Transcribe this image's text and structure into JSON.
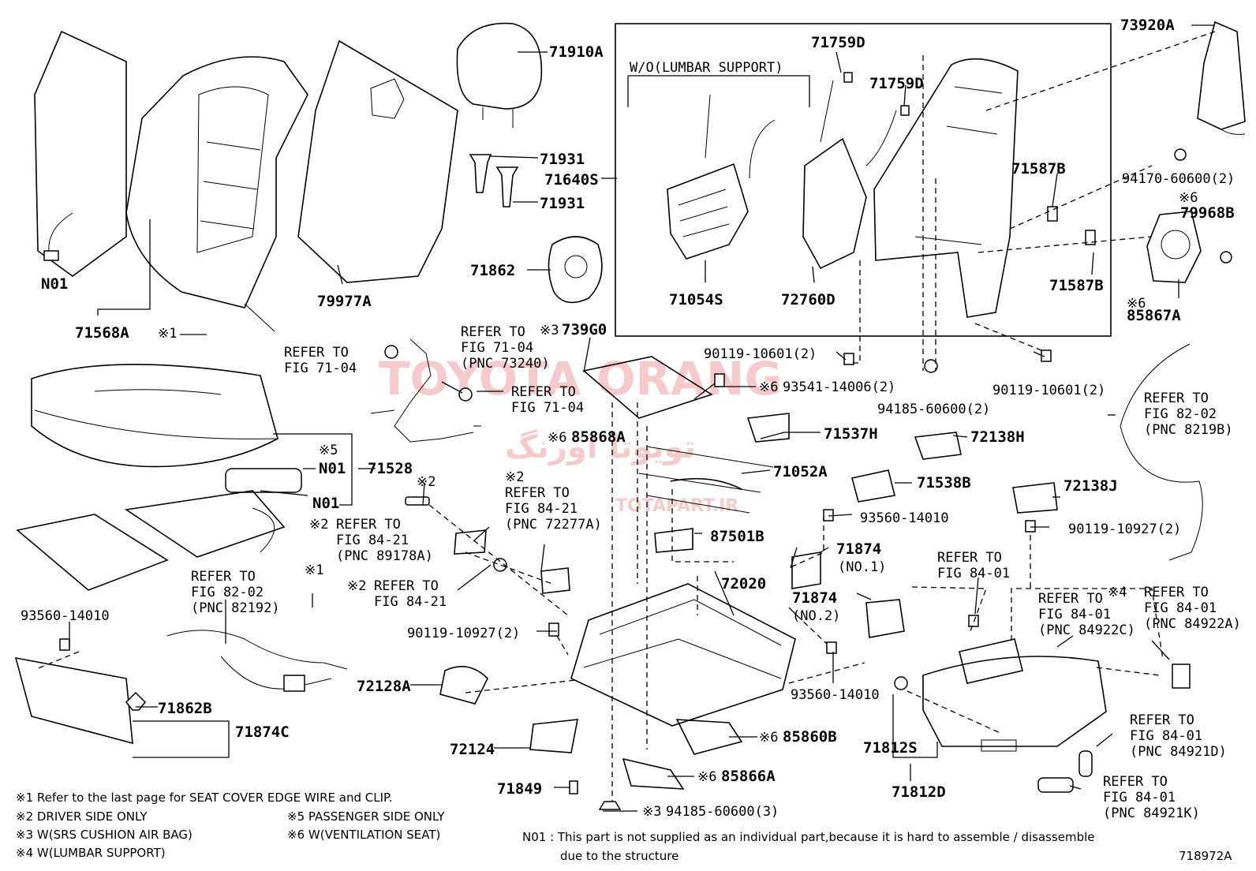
{
  "figure_code": "718972A",
  "watermark": {
    "brand": "TOYOTA ORANG",
    "persian": "تویوتا اورنگ",
    "site": "TOTAPART.IR"
  },
  "box_label": "W/O(LUMBAR SUPPORT)",
  "parts": {
    "p71568A": "71568A",
    "p79977A": "79977A",
    "p71910A": "71910A",
    "p71931a": "71931",
    "p71931b": "71931",
    "p71640S": "71640S",
    "p71862": "71862",
    "p71759Da": "71759D",
    "p71759Db": "71759D",
    "p71054S": "71054S",
    "p72760D": "72760D",
    "p73920A": "73920A",
    "p71587Ba": "71587B",
    "p71587Bb": "71587B",
    "p94170": "94170-60600(2)",
    "p79968B": "79968B",
    "p85867A": "85867A",
    "p73960": "739G0",
    "p90119a": "90119-10601(2)",
    "p90119b": "90119-10601(2)",
    "p93541": "93541-14006(2)",
    "p94185a": "94185-60600(2)",
    "p85868A": "85868A",
    "p71537H": "71537H",
    "p72138H": "72138H",
    "p71052A": "71052A",
    "p71538B": "71538B",
    "p72138J": "72138J",
    "p71528": "71528",
    "pN01a": "N01",
    "pN01b": "N01",
    "pN01c": "N01",
    "p93560a": "93560-14010",
    "p90119c": "90119-10927(2)",
    "p87501B": "87501B",
    "p71874a": "71874",
    "p71874b": "71874",
    "p72020": "72020",
    "p93560b": "93560-14010",
    "p90119d": "90119-10927(2)",
    "p93560c": "93560-14010",
    "p71862B": "71862B",
    "p71874C": "71874C",
    "p72128A": "72128A",
    "p72124": "72124",
    "p71849": "71849",
    "p85860B": "85860B",
    "p85866A": "85866A",
    "p94185b": "94185-60600(3)",
    "p71812S": "71812S",
    "p71812D": "71812D"
  },
  "marks": {
    "m1": "※1",
    "m1b": "※1",
    "m2a": "※2",
    "m2b": "※2",
    "m2c": "※2",
    "m2d": "※2",
    "m3a": "※3",
    "m3b": "※3",
    "m4": "※4",
    "m5": "※5",
    "m6a": "※6",
    "m6b": "※6",
    "m6c": "※6",
    "m6d": "※6",
    "m6e": "※6",
    "m6f": "※6"
  },
  "sub": {
    "no1": "(NO.1)",
    "no2": "(NO.2)"
  },
  "refs": {
    "r1_1": "REFER TO",
    "r1_2": "FIG 71-04",
    "r2_1": "REFER TO",
    "r2_2": "FIG 71-04",
    "r2_3": "(PNC 73240)",
    "r3_1": "REFER TO",
    "r3_2": "FIG 71-04",
    "r4_1": "REFER TO",
    "r4_2": "FIG 84-21",
    "r4_3": "(PNC 89178A)",
    "r5_1": "REFER TO",
    "r5_2": "FIG 84-21",
    "r5_3": "(PNC 72277A)",
    "r6_1": "REFER TO",
    "r6_2": "FIG 84-21",
    "r7_1": "REFER TO",
    "r7_2": "FIG 82-02",
    "r7_3": "(PNC 82192)",
    "r8_1": "REFER TO",
    "r8_2": "FIG 82-02",
    "r8_3": "(PNC 8219B)",
    "r9_1": "REFER TO",
    "r9_2": "FIG 84-01",
    "r10_1": "REFER TO",
    "r10_2": "FIG 84-01",
    "r10_3": "(PNC 84922C)",
    "r11_1": "REFER TO",
    "r11_2": "FIG 84-01",
    "r11_3": "(PNC 84922A)",
    "r12_1": "REFER TO",
    "r12_2": "FIG 84-01",
    "r12_3": "(PNC 84921D)",
    "r13_1": "REFER TO",
    "r13_2": "FIG 84-01",
    "r13_3": "(PNC 84921K)"
  },
  "legend": {
    "l1": "※1 Refer to the last page for SEAT COVER EDGE WIRE and CLIP.",
    "l2": "※2 DRIVER SIDE ONLY",
    "l3": "※3 W(SRS CUSHION AIR BAG)",
    "l4": "※4 W(LUMBAR SUPPORT)",
    "l5": "※5 PASSENGER SIDE ONLY",
    "l6": "※6 W(VENTILATION SEAT)",
    "n01_1": "N01 : This part is not supplied as an individual part,because it is hard to assemble / disassemble",
    "n01_2": "due to the structure"
  }
}
